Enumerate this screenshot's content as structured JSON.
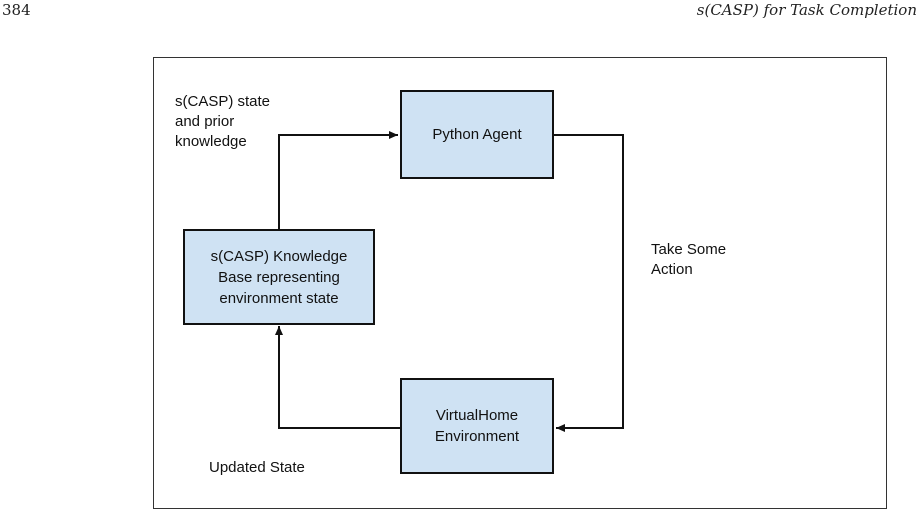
{
  "header": {
    "page_number": "384",
    "running_title": "s(CASP) for Task Completion"
  },
  "figure": {
    "nodes": {
      "python_agent": "Python Agent",
      "knowledge_base": "s(CASP) Knowledge\nBase representing\nenvironment state",
      "environment": "VirtualHome\nEnvironment"
    },
    "edge_labels": {
      "kb_to_agent": "s(CASP) state\nand prior\nknowledge",
      "agent_to_env": "Take Some\nAction",
      "env_to_kb": "Updated State"
    }
  }
}
